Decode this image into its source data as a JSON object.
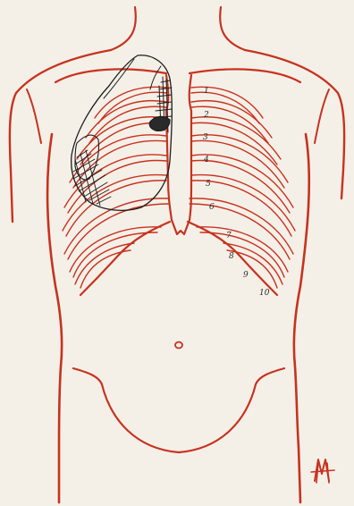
{
  "figure": {
    "background_color": "#f4f0e8",
    "outline_color": "#c8321e",
    "shading_color": "#1d1d1d",
    "rib_numbers": [
      "1",
      "2",
      "3",
      "4",
      "5",
      "6",
      "7",
      "8",
      "9",
      "10"
    ],
    "monogram": "M"
  }
}
